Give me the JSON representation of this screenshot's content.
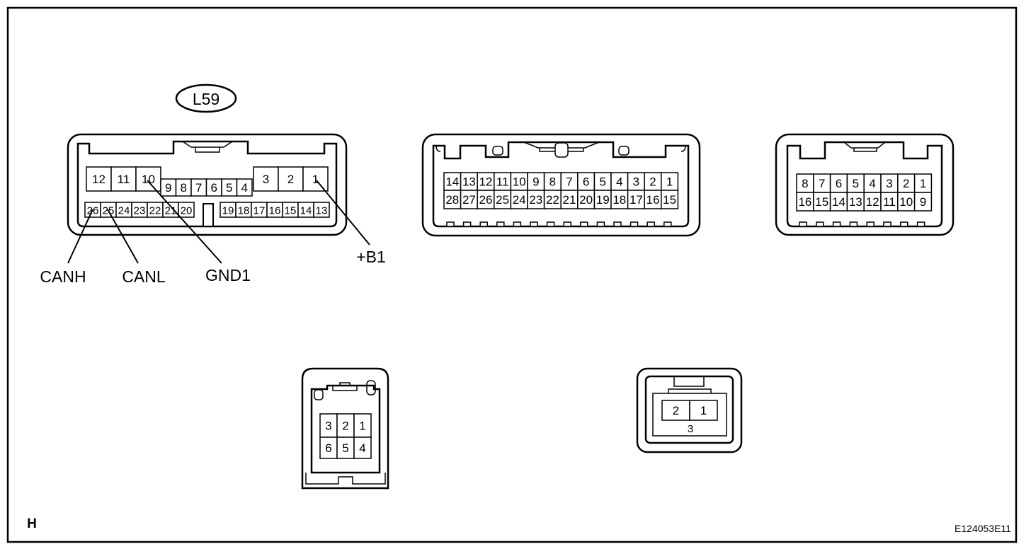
{
  "connector_id": "L59",
  "corner_letter": "H",
  "figure_code": "E124053E11",
  "colors": {
    "ink": "#000000",
    "paper": "#ffffff"
  },
  "connector_l59": {
    "top_left_pins": [
      "12",
      "11",
      "10"
    ],
    "top_mid_pins": [
      "9",
      "8",
      "7",
      "6",
      "5",
      "4"
    ],
    "top_right_pins": [
      "3",
      "2",
      "1"
    ],
    "bottom_left_pins": [
      "26",
      "25",
      "24",
      "23",
      "22",
      "21",
      "20"
    ],
    "bottom_right_pins": [
      "19",
      "18",
      "17",
      "16",
      "15",
      "14",
      "13"
    ],
    "labels": {
      "canh": "CANH",
      "canl": "CANL",
      "gnd1": "GND1",
      "b1": "+B1"
    }
  },
  "connector_28": {
    "row1": [
      "14",
      "13",
      "12",
      "11",
      "10",
      "9",
      "8",
      "7",
      "6",
      "5",
      "4",
      "3",
      "2",
      "1"
    ],
    "row2": [
      "28",
      "27",
      "26",
      "25",
      "24",
      "23",
      "22",
      "21",
      "20",
      "19",
      "18",
      "17",
      "16",
      "15"
    ]
  },
  "connector_16": {
    "row1": [
      "8",
      "7",
      "6",
      "5",
      "4",
      "3",
      "2",
      "1"
    ],
    "row2": [
      "16",
      "15",
      "14",
      "13",
      "12",
      "11",
      "10",
      "9"
    ]
  },
  "connector_6": {
    "row1": [
      "3",
      "2",
      "1"
    ],
    "row2": [
      "6",
      "5",
      "4"
    ]
  },
  "connector_3": {
    "row1": [
      "2",
      "1"
    ],
    "bottom": "3"
  }
}
